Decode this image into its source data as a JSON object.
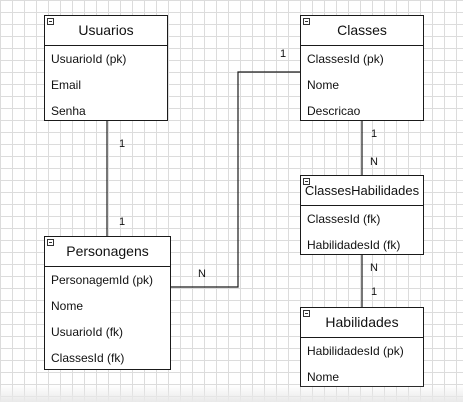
{
  "entities": {
    "usuarios": {
      "title": "Usuarios",
      "fields": [
        "UsuarioId (pk)",
        "Email",
        "Senha"
      ]
    },
    "classes": {
      "title": "Classes",
      "fields": [
        "ClassesId (pk)",
        "Nome",
        "Descricao"
      ]
    },
    "classes_habilidades": {
      "title": "ClassesHabilidades",
      "fields": [
        "ClassesId (fk)",
        "HabilidadesId (fk)"
      ]
    },
    "personagens": {
      "title": "Personagens",
      "fields": [
        "PersonagemId (pk)",
        "Nome",
        "UsuarioId (fk)",
        "ClassesId (fk)"
      ]
    },
    "habilidades": {
      "title": "Habilidades",
      "fields": [
        "HabilidadesId (pk)",
        "Nome"
      ]
    }
  },
  "relationships": {
    "usuarios_personagens": {
      "from_card": "1",
      "to_card": "1"
    },
    "classes_personagens": {
      "from_card": "1",
      "to_card": "N"
    },
    "classes_classeshabilidades": {
      "from_card": "1",
      "to_card": "N"
    },
    "classeshabilidades_habilidades": {
      "from_card": "N",
      "to_card": "1"
    }
  },
  "colors": {
    "line": "#1a1a1a",
    "grid": "#dcdcdc",
    "background": "#ffffff"
  }
}
